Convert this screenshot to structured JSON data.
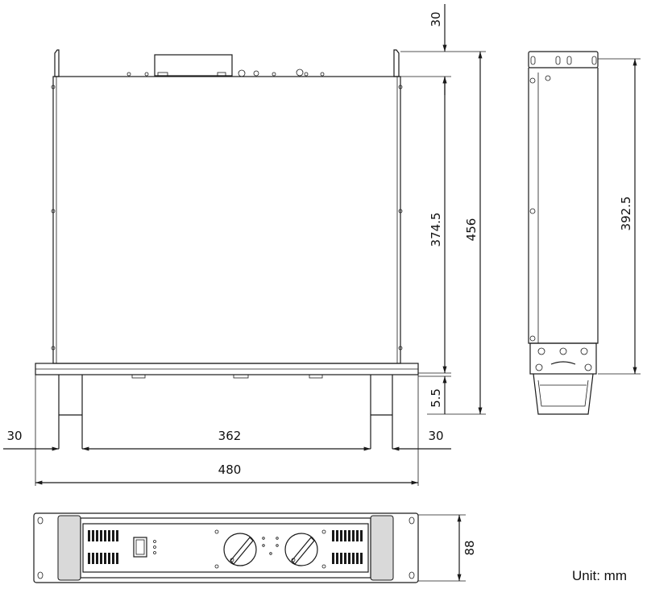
{
  "dimensions": {
    "top_clearance": "30",
    "body_depth": "374.5",
    "total_depth": "456",
    "foot_height": "5.5",
    "side_depth": "392.5",
    "left_offset": "30",
    "right_offset": "30",
    "inner_width": "362",
    "total_width": "480",
    "front_height": "88"
  },
  "unit_label": "Unit: mm"
}
